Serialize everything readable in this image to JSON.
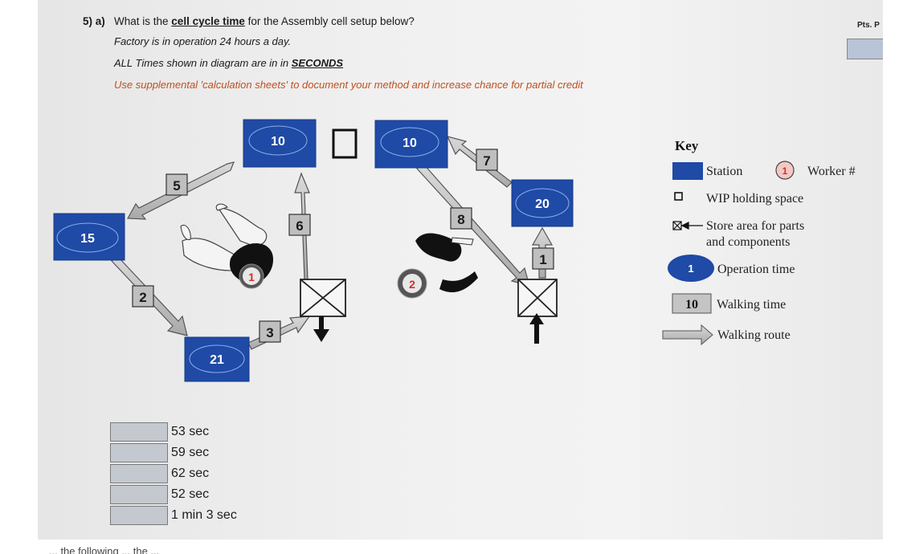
{
  "question": {
    "number": "5) a)",
    "prefix": "What is the",
    "emphasis": "cell cycle time",
    "suffix": "for the Assembly cell setup below?",
    "line1": "Factory is in operation 24 hours a day.",
    "line2_prefix": "ALL Times shown in diagram are in in",
    "line2_emphasis": "SECONDS",
    "line3": "Use supplemental 'calculation sheets' to document your method and increase chance for partial credit"
  },
  "points_label": "Pts. P",
  "stations": [
    {
      "id": "top-left",
      "time": "10"
    },
    {
      "id": "top-right",
      "time": "10"
    },
    {
      "id": "left",
      "time": "15"
    },
    {
      "id": "bottom",
      "time": "21"
    },
    {
      "id": "right",
      "time": "20"
    }
  ],
  "walks": [
    "5",
    "6",
    "2",
    "3",
    "7",
    "8",
    "1"
  ],
  "workers": [
    "1",
    "2"
  ],
  "key": {
    "title": "Key",
    "station": "Station",
    "worker_num": "1",
    "worker": "Worker #",
    "wip": "WIP holding space",
    "store1": "Store area for parts",
    "store2": "and components",
    "op_num": "1",
    "op": "Operation time",
    "walk_num": "10",
    "walk": "Walking time",
    "route": "Walking route"
  },
  "answers": [
    "53 sec",
    "59 sec",
    "62 sec",
    "52 sec",
    "1 min 3 sec"
  ],
  "footer": "... the following ... the ..."
}
